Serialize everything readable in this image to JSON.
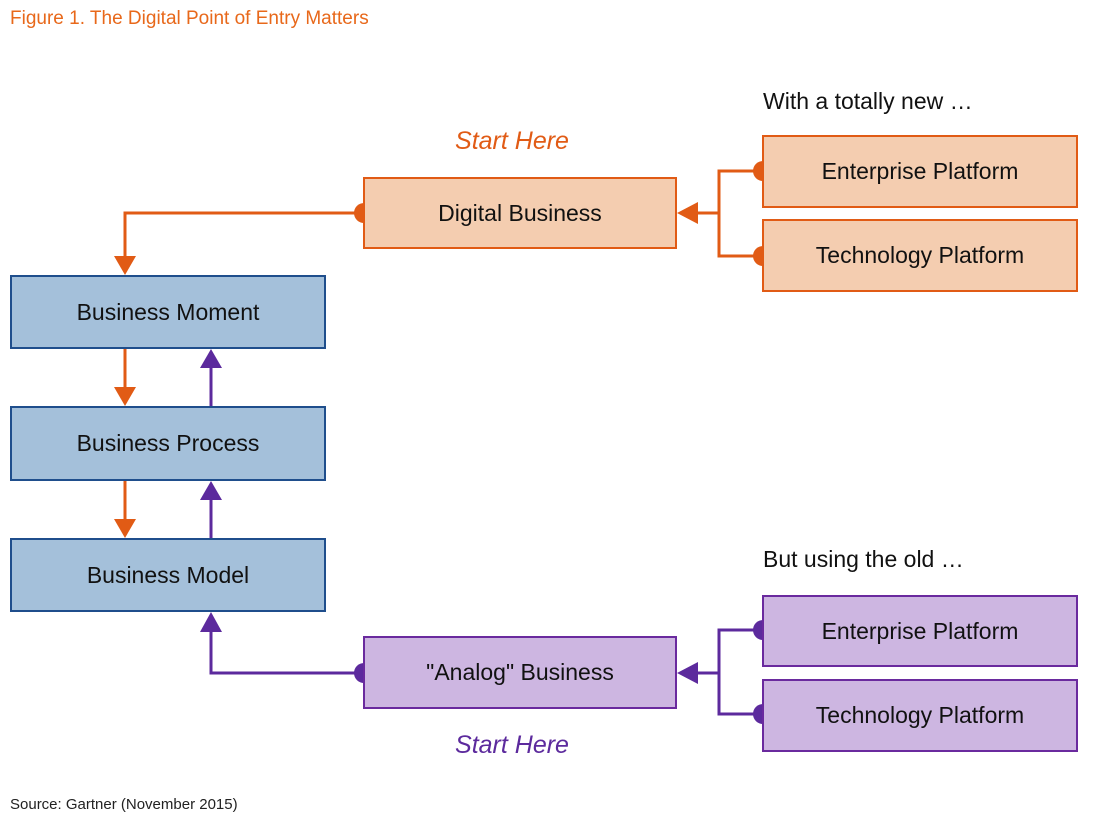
{
  "figure_title": "Figure 1. The Digital Point of Entry Matters",
  "source": "Source: Gartner (November 2015)",
  "colors": {
    "orange": "#e15b15",
    "orange_fill": "#f4cdb0",
    "purple": "#5c2a9d",
    "purple_fill": "#cdb6e1",
    "blue_border": "#1f4e8c",
    "blue_fill": "#a4c0da"
  },
  "top_section": {
    "caption": "With a totally new …",
    "start_label": "Start Here",
    "entry_box": "Digital Business",
    "platforms": [
      "Enterprise Platform",
      "Technology Platform"
    ]
  },
  "bottom_section": {
    "caption": "But using the old …",
    "start_label": "Start Here",
    "entry_box": "\"Analog\" Business",
    "platforms": [
      "Enterprise Platform",
      "Technology Platform"
    ]
  },
  "stack": [
    "Business Moment",
    "Business Process",
    "Business Model"
  ]
}
